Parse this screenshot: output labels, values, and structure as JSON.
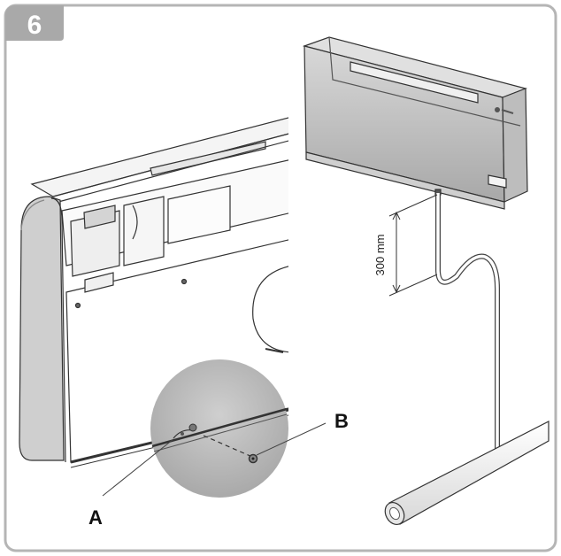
{
  "step": {
    "number": "6"
  },
  "callouts": {
    "a": "A",
    "b": "B"
  },
  "dimension": {
    "label": "300 mm"
  },
  "colors": {
    "badge": "#a9a9a9",
    "frame": "#b5b5b5",
    "unit_body": "#f2f2f2",
    "unit_shadow": "#9a9a9a",
    "line": "#333333",
    "magnifier": "#b8b8b8"
  }
}
